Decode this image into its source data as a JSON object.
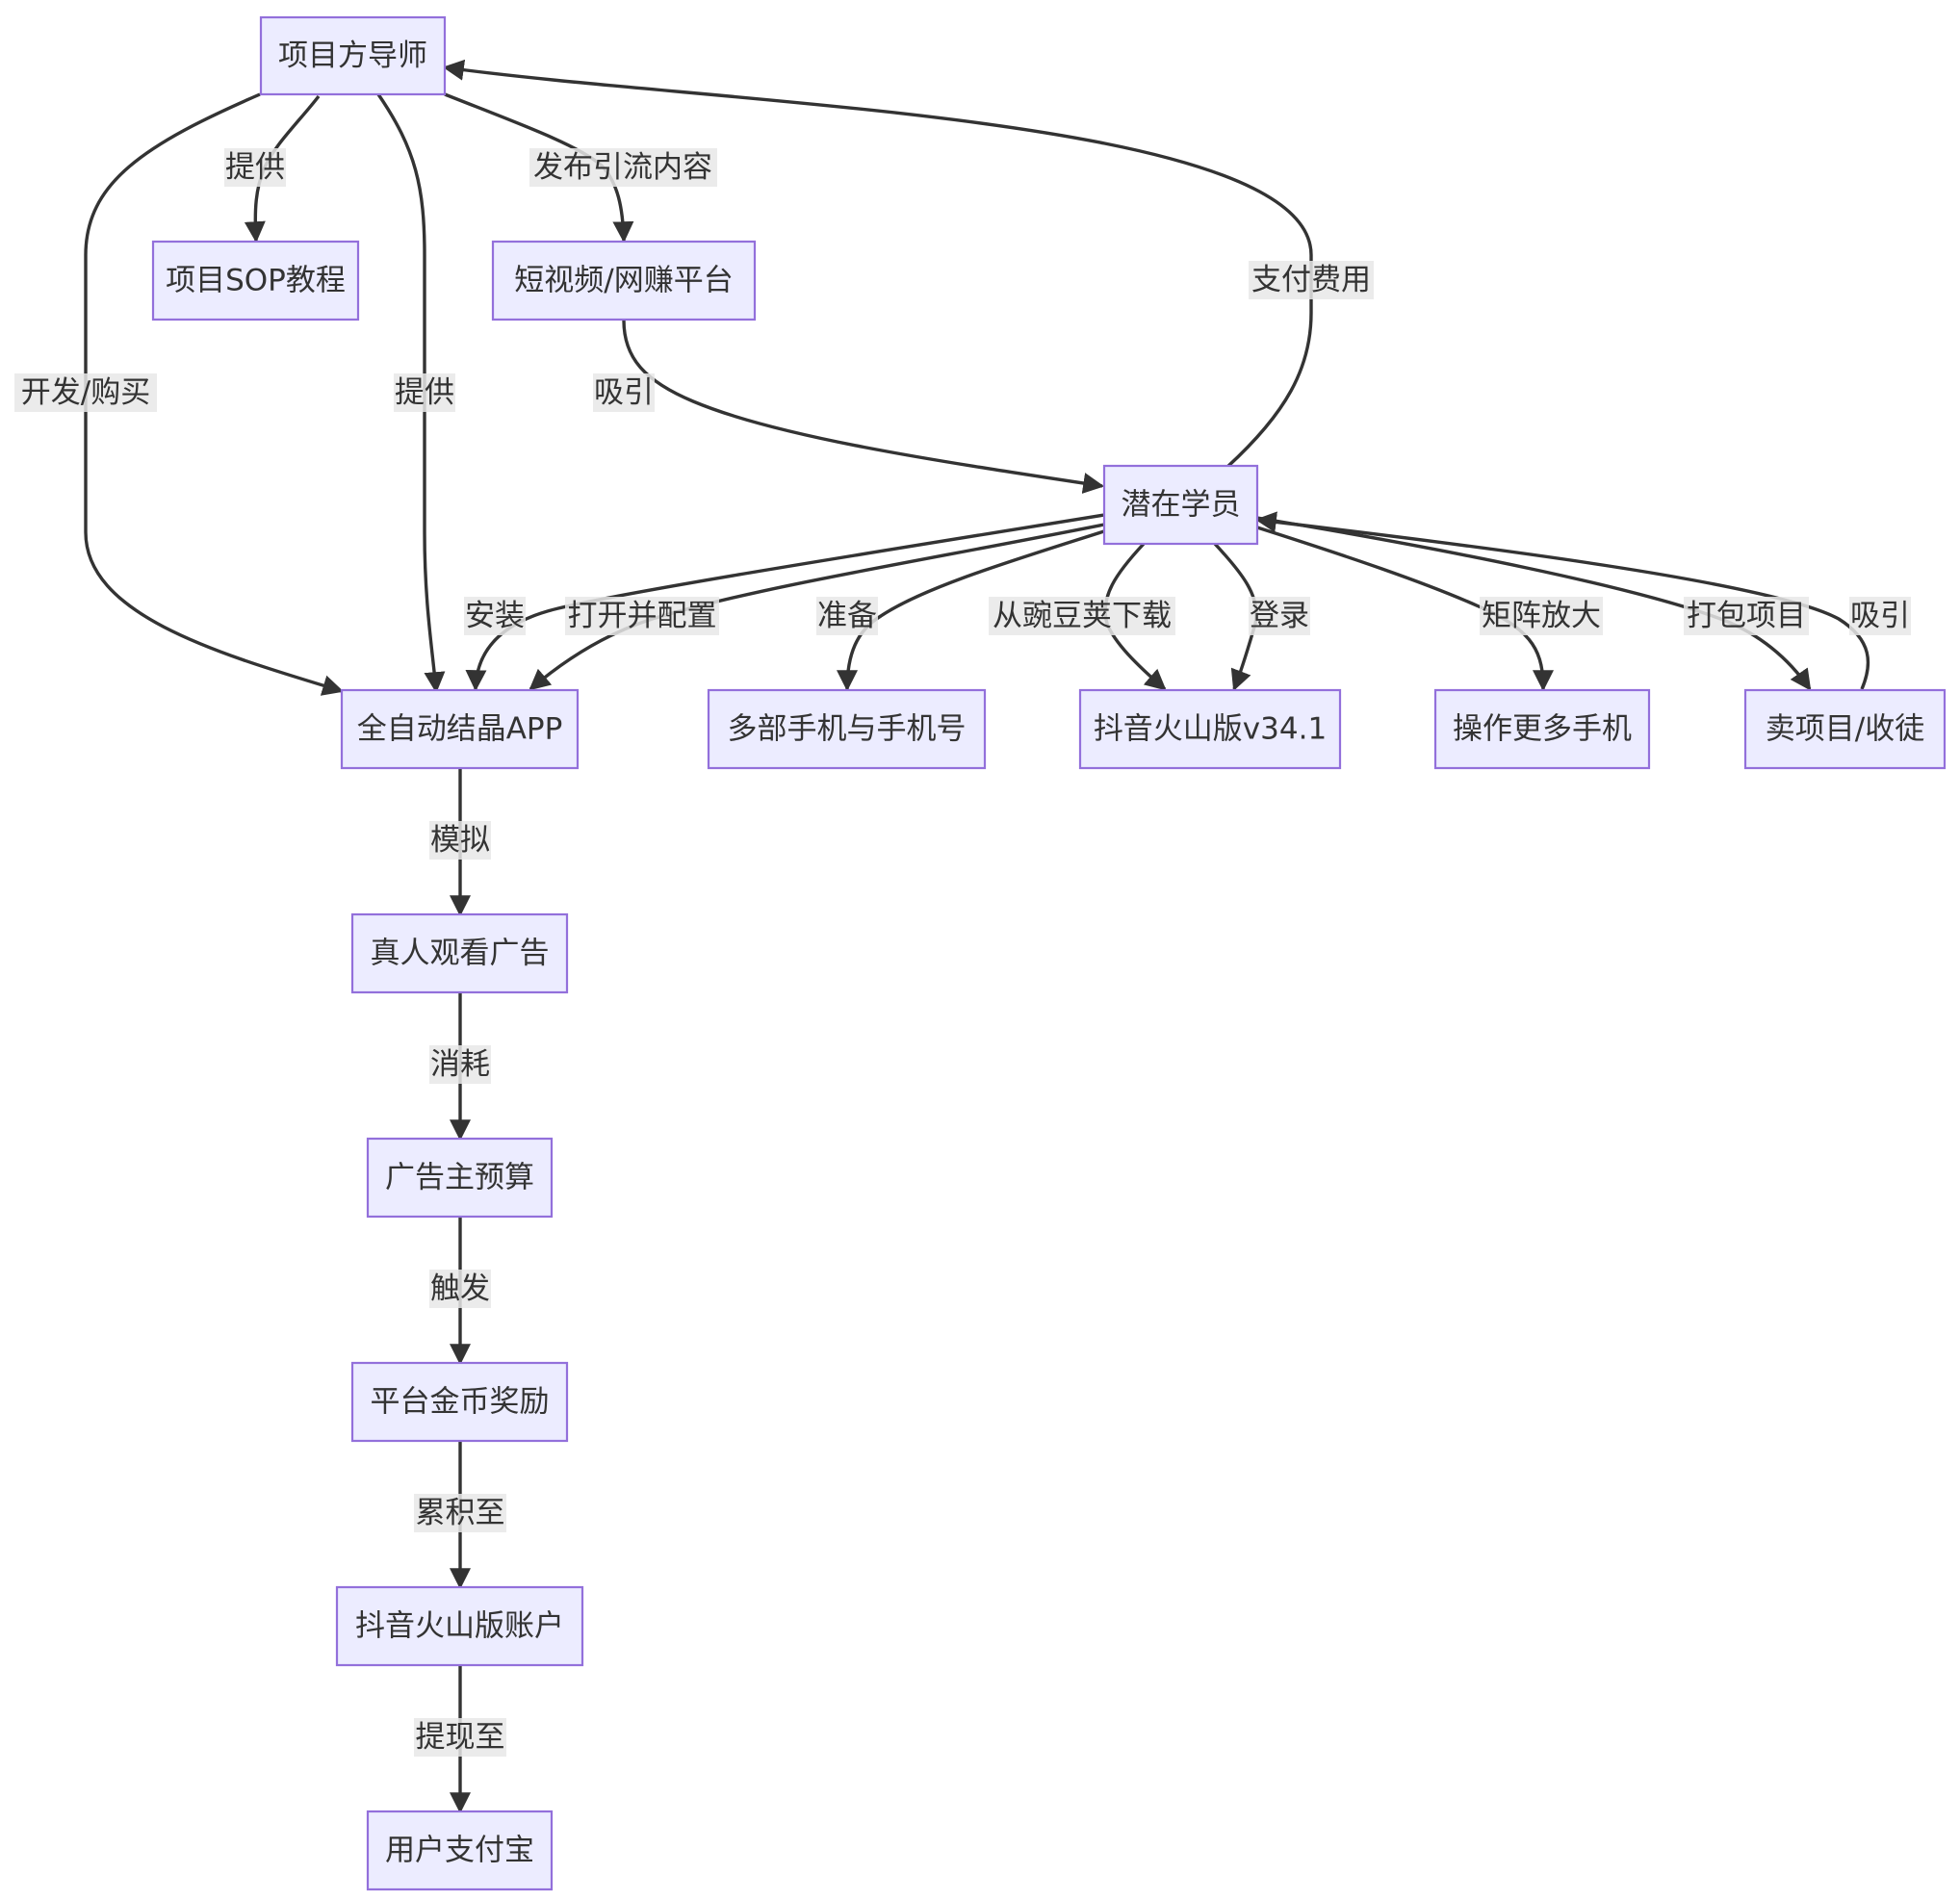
{
  "diagram": {
    "nodes": {
      "mentor": "项目方导师",
      "sop": "项目SOP教程",
      "platform": "短视频/网赚平台",
      "student": "潜在学员",
      "app": "全自动结晶APP",
      "phones": "多部手机与手机号",
      "douyin": "抖音火山版v34.1",
      "more_phones": "操作更多手机",
      "sell": "卖项目/收徒",
      "watch_ads": "真人观看广告",
      "budget": "广告主预算",
      "coins": "平台金币奖励",
      "account": "抖音火山版账户",
      "alipay": "用户支付宝"
    },
    "edges": {
      "mentor_sop": "提供",
      "mentor_platform": "发布引流内容",
      "mentor_app_dev": "开发/购买",
      "mentor_app_provide": "提供",
      "platform_student": "吸引",
      "student_mentor": "支付费用",
      "student_app_install": "安装",
      "student_app_config": "打开并配置",
      "student_phones": "准备",
      "student_douyin_download": "从豌豆荚下载",
      "student_douyin_login": "登录",
      "student_more_phones": "矩阵放大",
      "student_sell": "打包项目",
      "sell_student": "吸引",
      "app_watch": "模拟",
      "watch_budget": "消耗",
      "budget_coins": "触发",
      "coins_account": "累积至",
      "account_alipay": "提现至"
    }
  }
}
